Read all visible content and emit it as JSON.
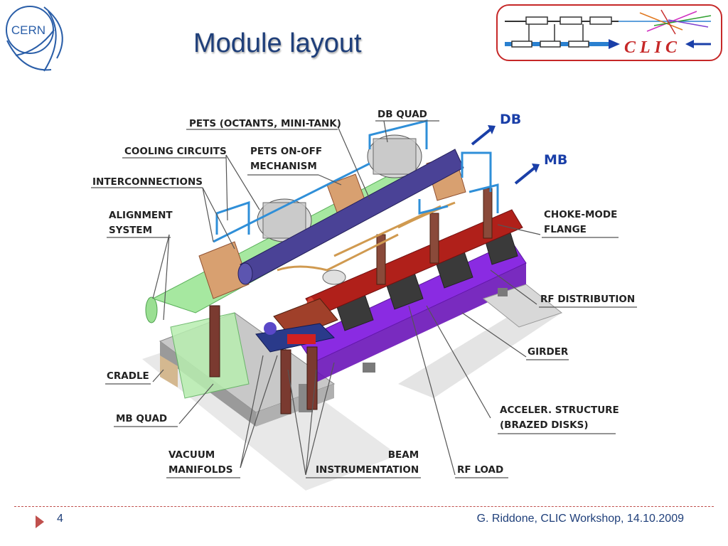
{
  "slide": {
    "title": "Module layout",
    "page_number": "4",
    "credit": "G. Riddone, CLIC Workshop, 14.10.2009"
  },
  "logos": {
    "cern_text": "CERN",
    "clic_text": "CLIC"
  },
  "colors": {
    "title_blue": "#1f3f7a",
    "accent_red": "#c62828",
    "footer_red": "#c0504d",
    "db_beam_tube": "#4a4296",
    "mb_beam_tube": "#b0201a",
    "girder_purple": "#7b1fd0",
    "cradle_green": "#9be39b",
    "cooling_blue": "#2f8fd8"
  },
  "labels": {
    "pets": "PETS (OCTANTS, MINI-TANK)",
    "db_quad": "DB QUAD",
    "db": "DB",
    "mb": "MB",
    "cooling": "COOLING CIRCUITS",
    "pets_onoff_1": "PETS ON-OFF",
    "pets_onoff_2": "MECHANISM",
    "interconnections": "INTERCONNECTIONS",
    "alignment_1": "ALIGNMENT",
    "alignment_2": "SYSTEM",
    "choke_1": "CHOKE-MODE",
    "choke_2": "FLANGE",
    "rf_distribution": "RF  DISTRIBUTION",
    "girder": "GIRDER",
    "cradle": "CRADLE",
    "mb_quad": "MB  QUAD",
    "acceler_1": "ACCELER. STRUCTURE",
    "acceler_2": "(BRAZED  DISKS)",
    "vacuum_1": "VACUUM",
    "vacuum_2": "MANIFOLDS",
    "beam_1": "BEAM",
    "beam_2": "INSTRUMENTATION",
    "rf_load": "RF  LOAD"
  }
}
